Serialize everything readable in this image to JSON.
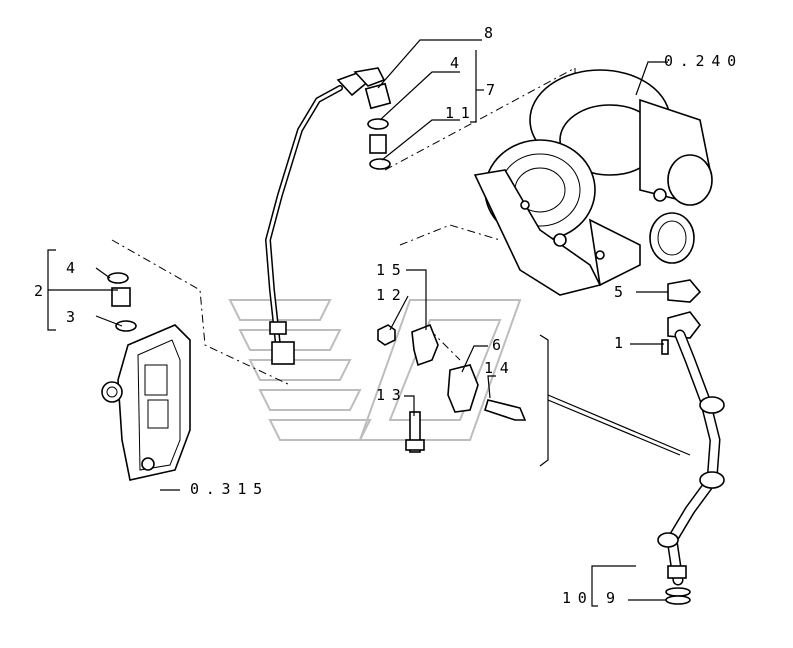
{
  "callouts": {
    "c8": "8",
    "c4a": "4",
    "c7": "7",
    "c11": "11",
    "c0240": "0.240",
    "c2": "2",
    "c4b": "4",
    "c3": "3",
    "c15": "15",
    "c12": "12",
    "c6": "6",
    "c14": "14",
    "c13": "13",
    "c5": "5",
    "c1": "1",
    "c0315": "0.315",
    "c10": "10",
    "c9": "9"
  }
}
